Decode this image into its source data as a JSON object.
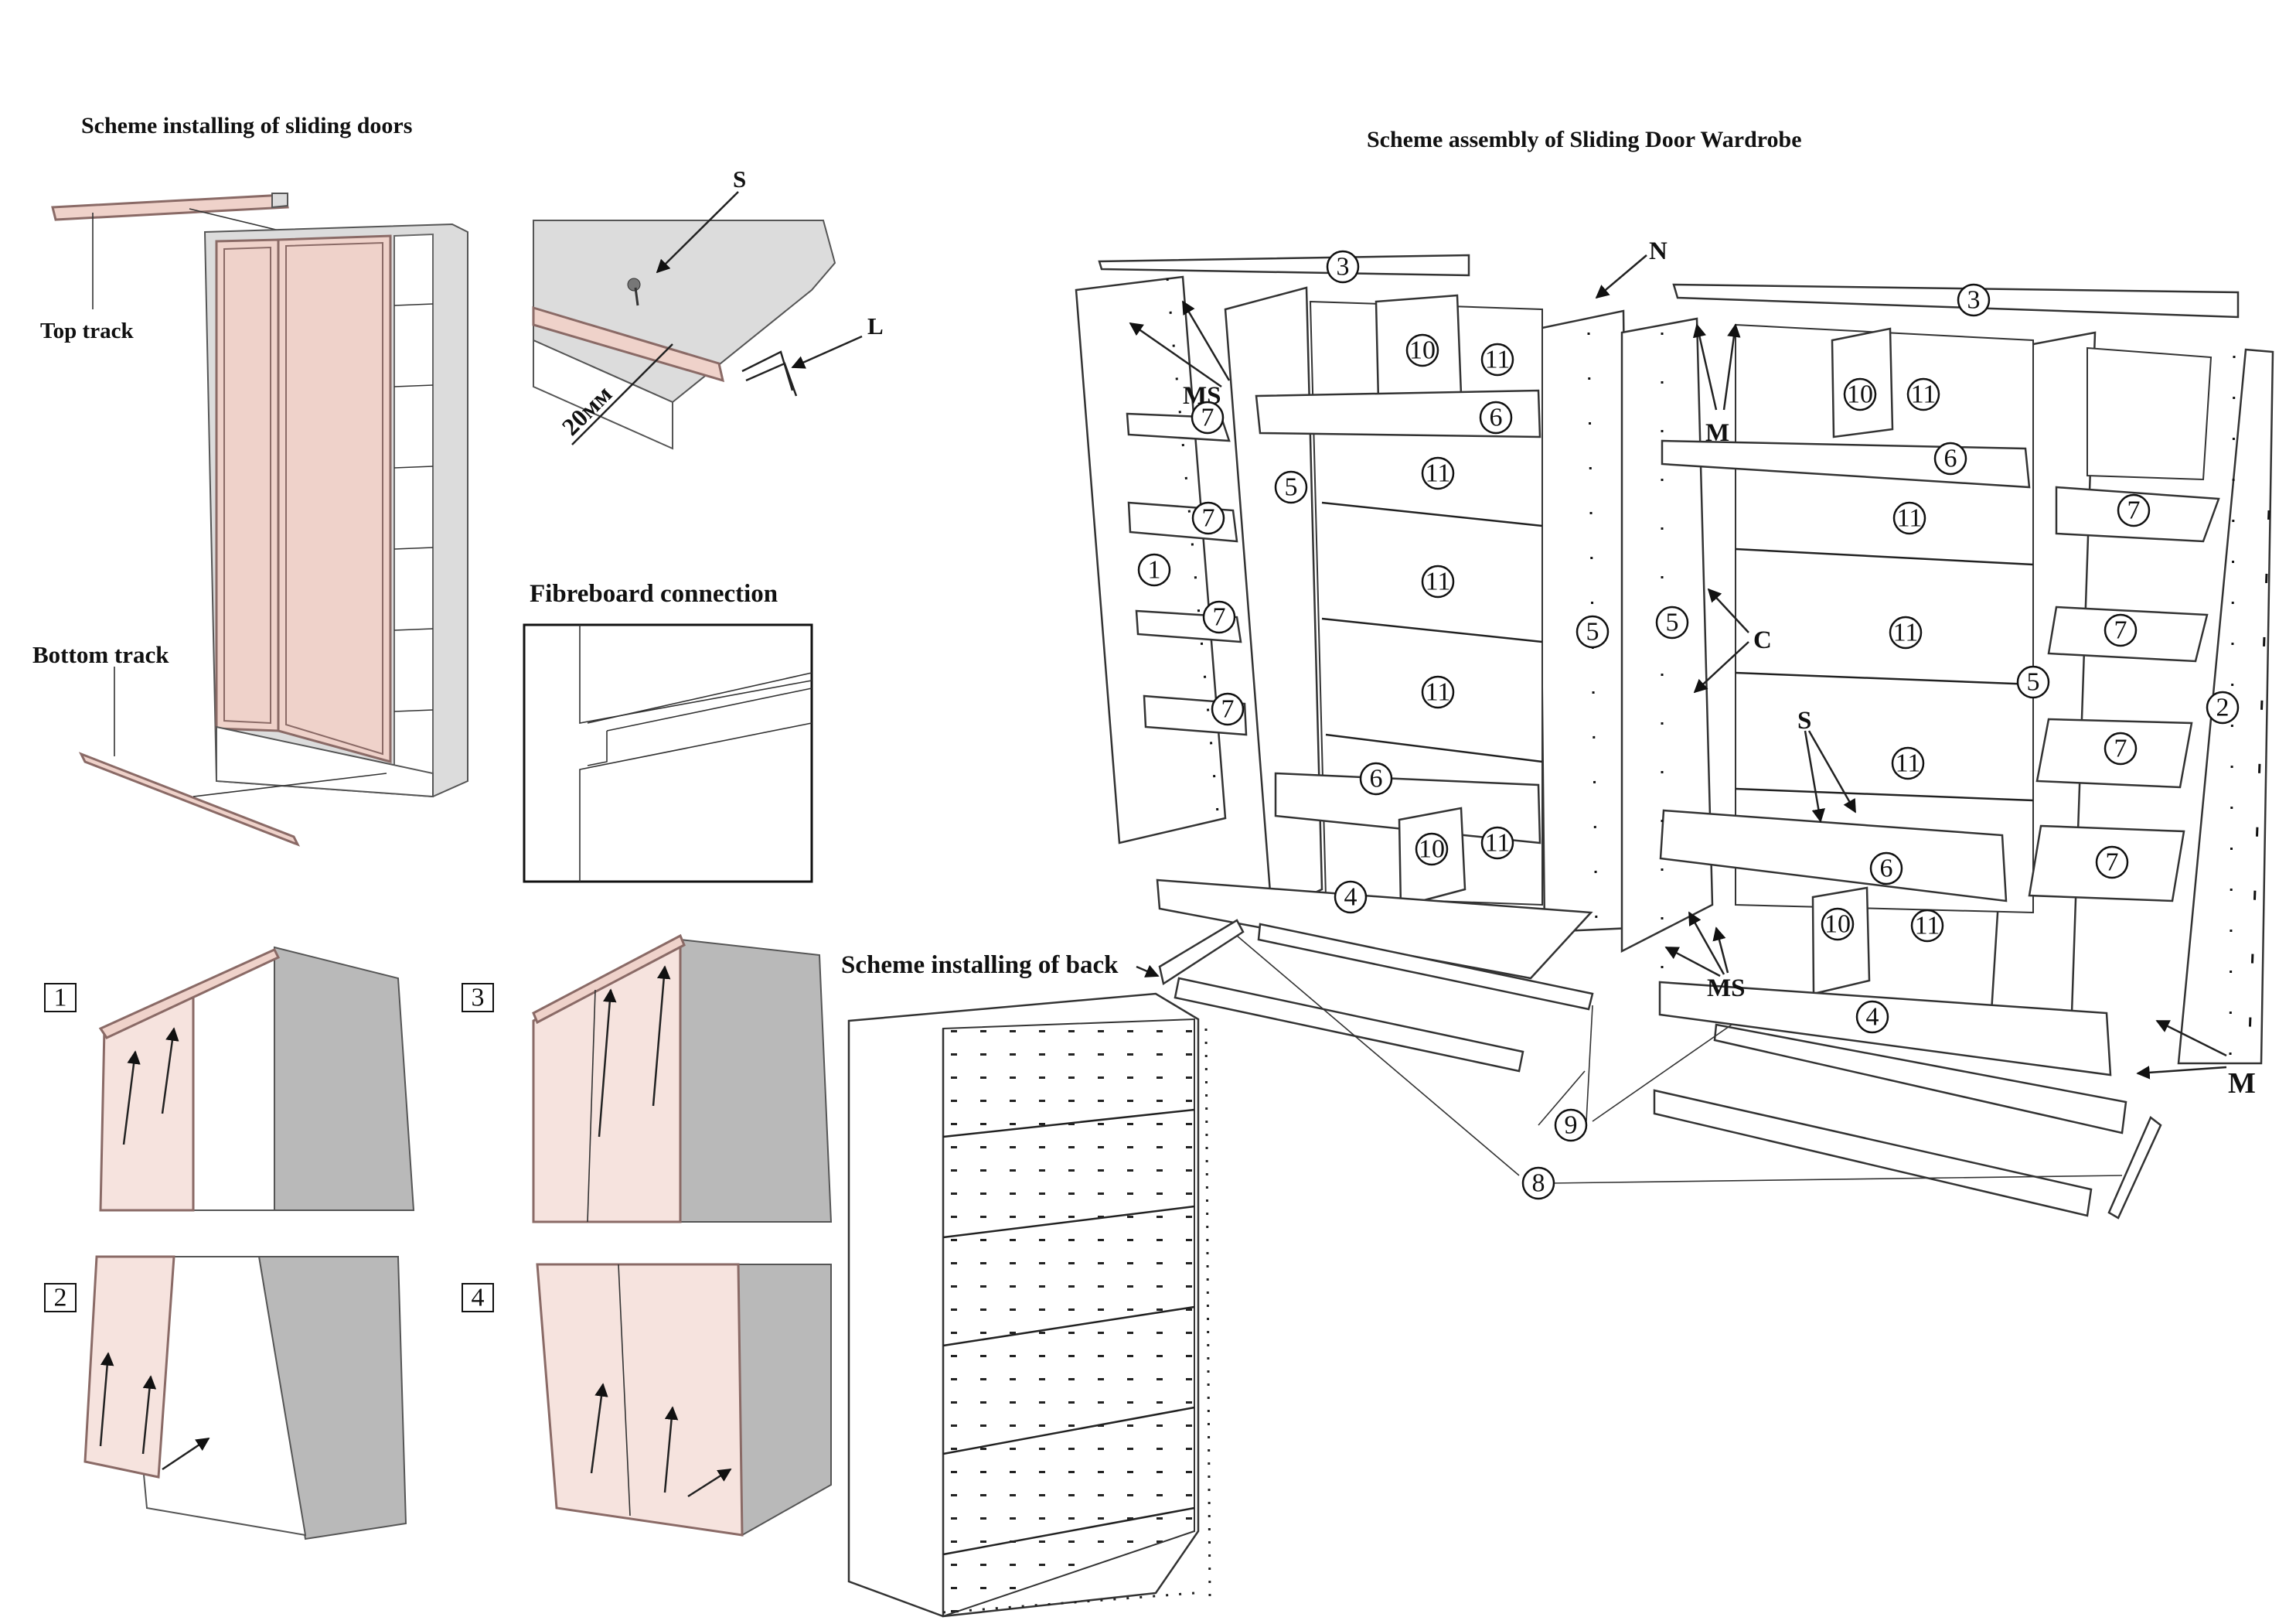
{
  "titles": {
    "sliding_doors": "Scheme installing of sliding doors",
    "assembly": "Scheme assembly of Sliding Door Wardrobe",
    "fibreboard": "Fibreboard connection",
    "back": "Scheme installing of back"
  },
  "labels": {
    "top_track": "Top track",
    "bottom_track": "Bottom track",
    "screw": "S",
    "stopper": "L",
    "dimension": "20мм",
    "n": "N",
    "m": "M",
    "ms": "MS",
    "c": "C"
  },
  "steps": [
    "1",
    "2",
    "3",
    "4"
  ],
  "parts": [
    "1",
    "2",
    "3",
    "4",
    "5",
    "6",
    "7",
    "8",
    "9",
    "10",
    "11"
  ],
  "colors": {
    "door_pink": "#efd2ca",
    "cabinet_grey": "#b9b9b9",
    "line": "#222222"
  }
}
